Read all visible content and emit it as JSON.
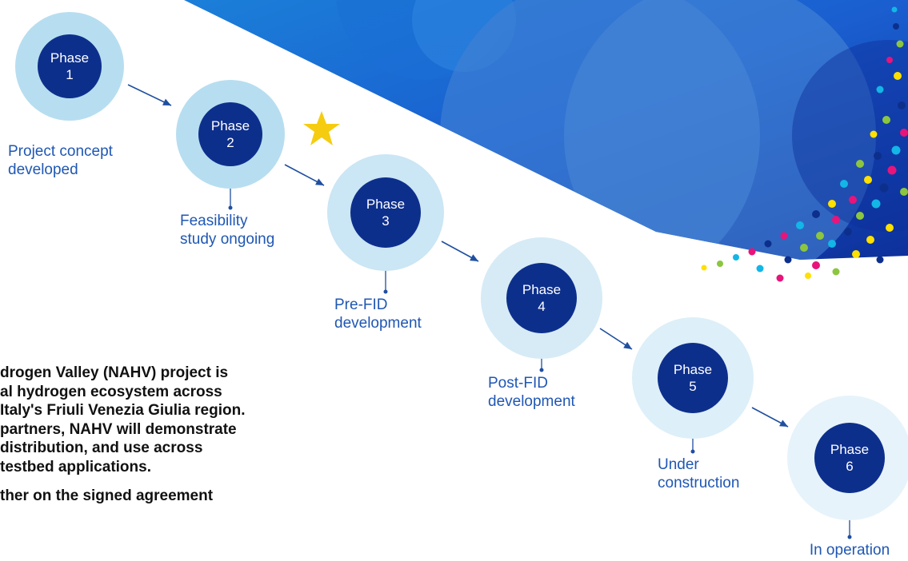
{
  "phases": [
    {
      "word": "Phase",
      "number": "1",
      "label": "Project concept\ndeveloped"
    },
    {
      "word": "Phase",
      "number": "2",
      "label": "Feasibility\nstudy ongoing"
    },
    {
      "word": "Phase",
      "number": "3",
      "label": "Pre-FID\ndevelopment"
    },
    {
      "word": "Phase",
      "number": "4",
      "label": "Post-FID\ndevelopment"
    },
    {
      "word": "Phase",
      "number": "5",
      "label": "Under\nconstruction"
    },
    {
      "word": "Phase",
      "number": "6",
      "label": "In operation"
    }
  ],
  "current_phase": 2,
  "body": {
    "lines_p1": [
      "drogen Valley (NAHV) project is",
      "al hydrogen ecosystem across",
      "Italy's Friuli Venezia Giulia region.",
      "partners, NAHV will demonstrate",
      "distribution, and use across",
      "testbed applications."
    ],
    "lines_p2": [
      "ther on the signed agreement"
    ]
  },
  "colors": {
    "phase_inner": "#0d2f8c",
    "phase_ring_dark": "#b7def0",
    "phase_ring_light": "#e6f3fa",
    "label": "#1f57b3",
    "arrow": "#1f4fa0",
    "star": "#f5cc10",
    "banner": "#1a56c7",
    "dot_palette": [
      "#e8147a",
      "#13b6e6",
      "#8cc63f",
      "#ffe000",
      "#0d2f8c"
    ]
  },
  "icons": {
    "current_marker": "star-icon"
  }
}
